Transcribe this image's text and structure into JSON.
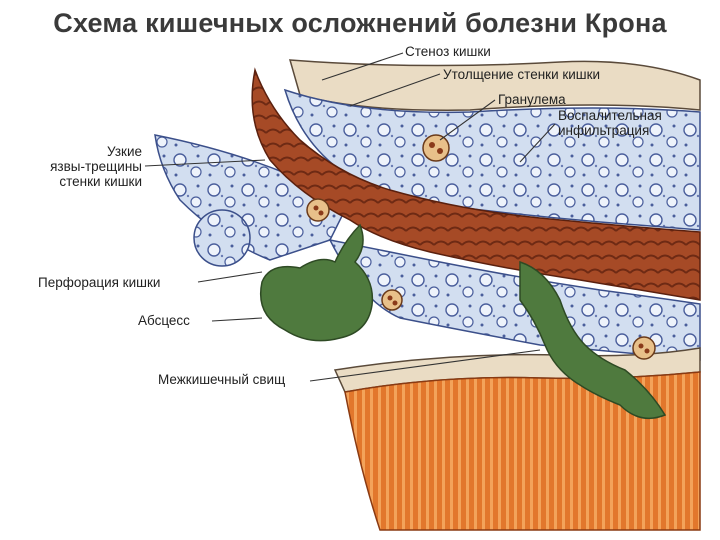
{
  "title": "Схема кишечных осложнений болезни Крона",
  "labels": {
    "stenosis": "Стеноз кишки",
    "wall_thickening": "Утолщение стенки кишки",
    "granuloma": "Гранулема",
    "inflammatory_infiltration_line1": "Воспалительная",
    "inflammatory_infiltration_line2": "инфильтрация",
    "fissure_ulcers_line1": "Узкие",
    "fissure_ulcers_line2": "язвы-трещины",
    "fissure_ulcers_line3": "стенки кишки",
    "perforation": "Перфорация кишки",
    "abscess": "Абсцесс",
    "fistula": "Межкишечный свищ"
  },
  "colors": {
    "mucosa": "#b5532a",
    "mucosa_dark": "#6e2a14",
    "submucosa": "#cfdcef",
    "cell_border": "#4a5e9c",
    "abscess": "#4f7a3e",
    "lower_bowel": "#e07a2e",
    "serosa": "#e9d6b8"
  }
}
